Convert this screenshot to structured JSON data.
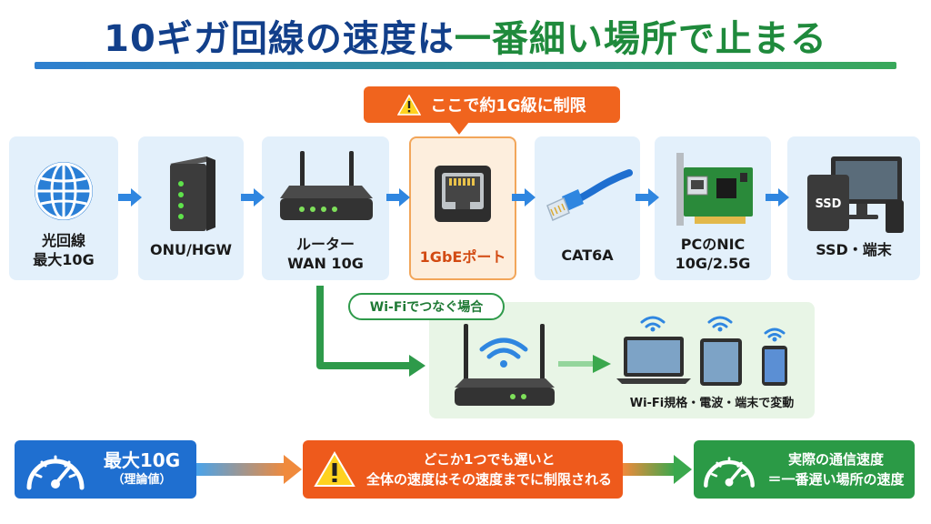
{
  "title": {
    "part1": "10ギガ回線の速度は",
    "part2": "一番細い場所で止まる"
  },
  "callout": {
    "text": "ここで約1G級に制限",
    "icon": "warning-icon"
  },
  "chain": [
    {
      "label": "光回線\n最大10G",
      "icon": "globe-icon"
    },
    {
      "label": "ONU/HGW",
      "icon": "onu-device-icon"
    },
    {
      "label": "ルーター\nWAN 10G",
      "icon": "router-icon"
    },
    {
      "label": "1GbEポート",
      "icon": "ethernet-port-icon",
      "highlight": true
    },
    {
      "label": "CAT6A",
      "icon": "lan-cable-icon"
    },
    {
      "label": "PCのNIC\n10G/2.5G",
      "icon": "network-card-icon"
    },
    {
      "label": "SSD・端末",
      "icon": "pc-ssd-icon"
    }
  ],
  "wifi": {
    "tag": "Wi-Fiでつなぐ場合",
    "note": "Wi-Fi規格・電波・端末で変動"
  },
  "bottom": {
    "max": {
      "line1": "最大10G",
      "line2": "（理論値）",
      "icon": "speedometer-icon"
    },
    "warn": {
      "line1": "どこか1つでも遅いと",
      "line2": "全体の速度はその速度までに制限される",
      "icon": "warning-icon"
    },
    "real": {
      "line1": "実際の通信速度",
      "line2": "＝一番遅い場所の速度",
      "icon": "speedometer-icon"
    }
  },
  "colors": {
    "title_blue": "#123f8a",
    "title_green": "#1f8a3c",
    "accent_orange": "#f0641e",
    "arrow_blue": "#2f86e0",
    "wifi_green": "#2e9a4a"
  }
}
